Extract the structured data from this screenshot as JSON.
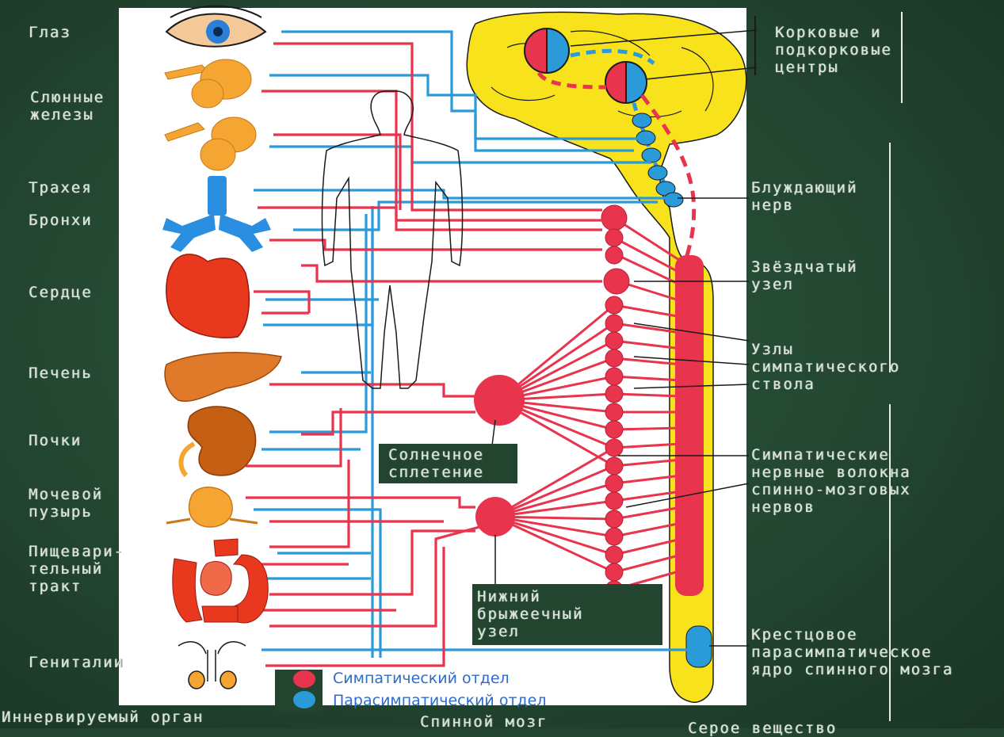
{
  "organs": [
    "Глаз",
    "Слюнные\nжелезы",
    "Трахея",
    "Бронхи",
    "Сердце",
    "Печень",
    "Почки",
    "Мочевой\nпузырь",
    "Пищевари-\nтельный\nтракт",
    "Гениталии"
  ],
  "right_labels": {
    "cortical": "Корковые и\nподкорковые\nцентры",
    "vagus": "Блуждающий\nнерв",
    "stellate": "Звёздчатый\nузел",
    "trunk_nodes": "Узлы\nсимпатического\nствола",
    "sympathetic_fibers": "Симпатические\nнервные волокна\nспинно-мозговых\nнервов",
    "sacral": "Крестцовое\nпарасимпатическое\nядро спинного мозга"
  },
  "center_labels": {
    "solar": "Солнечное\nсплетение",
    "mesenteric": "Нижний\nбрыжеечный\nузел"
  },
  "legend": {
    "sympathetic": "Симпатический отдел",
    "parasympathetic": "Парасимпатический отдел"
  },
  "bottom_labels": {
    "innervated": "Иннервируемый орган",
    "spinal_cord": "Спинной мозг",
    "gray_matter": "Серое вещество"
  },
  "colors": {
    "sympathetic": "#e8344d",
    "parasympathetic": "#2a9ad8",
    "brain": "#f7e21b",
    "organ": "#f5a531",
    "board": "#23452f"
  }
}
